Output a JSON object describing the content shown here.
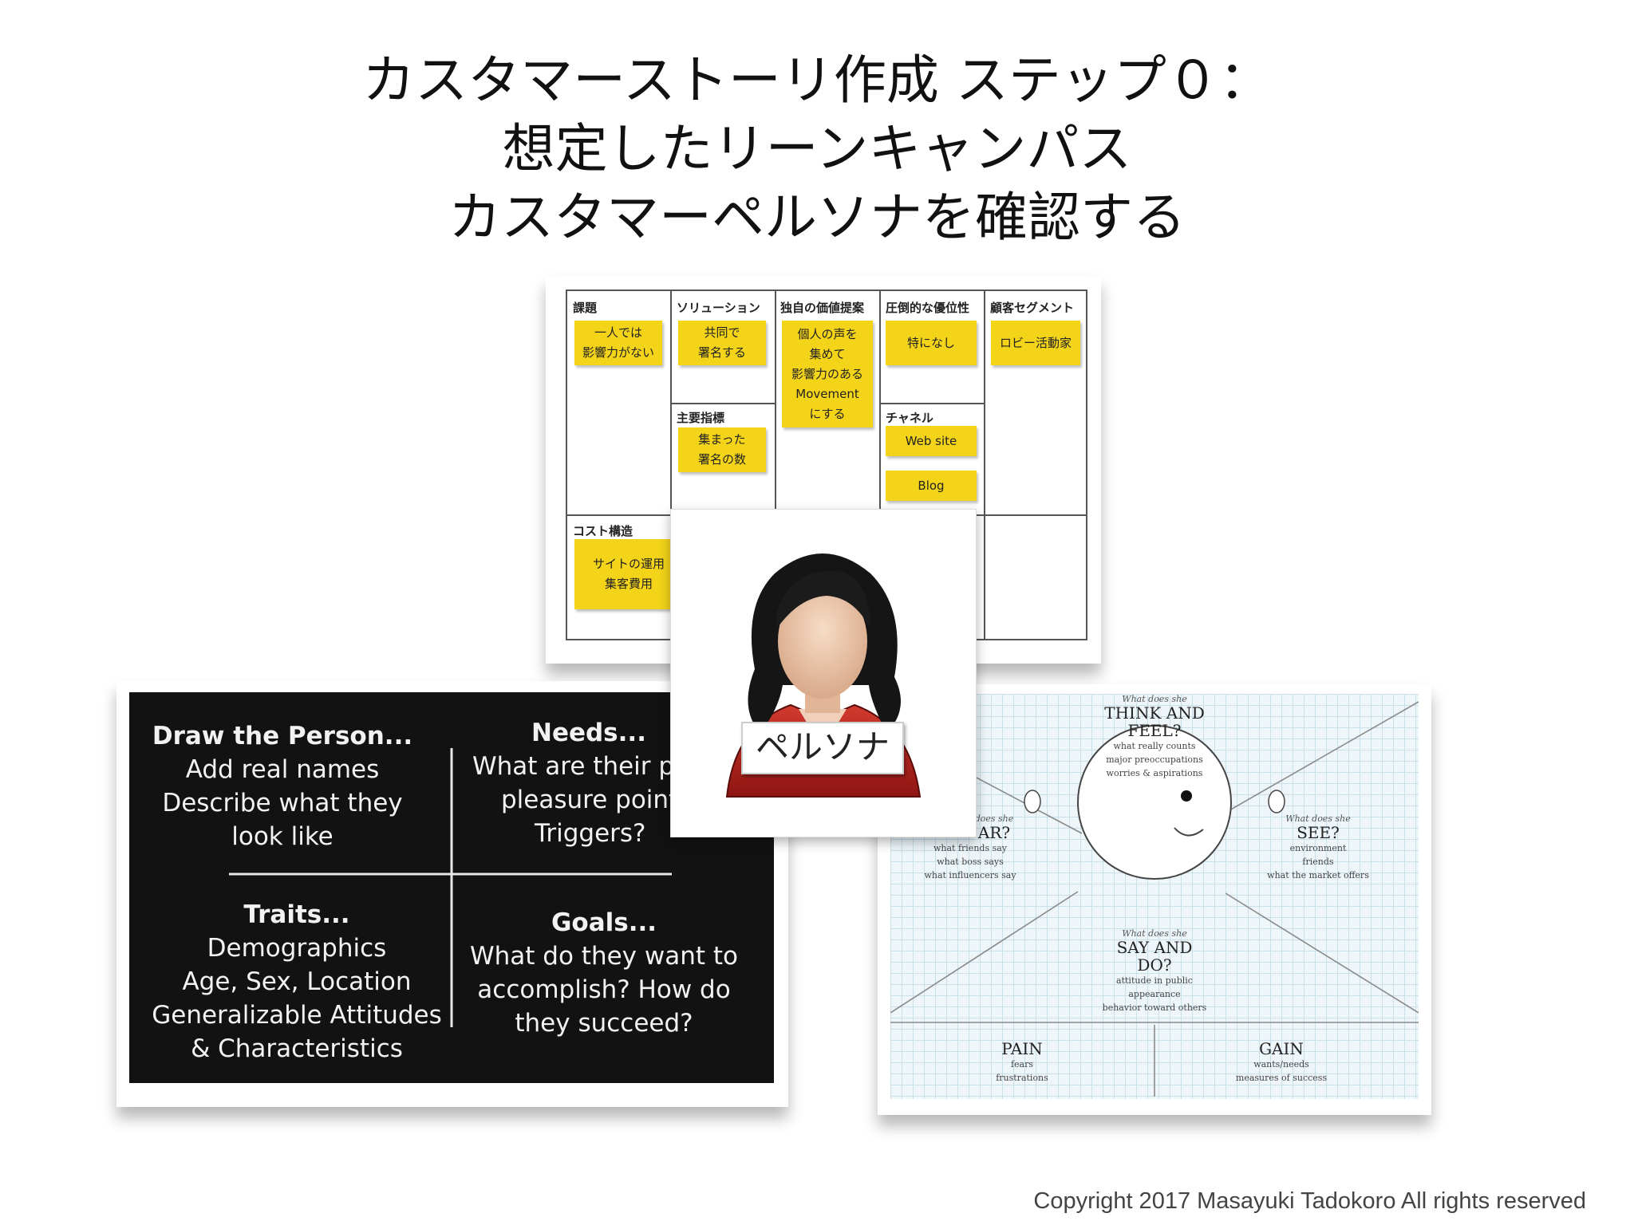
{
  "title": {
    "line1": "カスタマーストーリ作成 ステップ０：",
    "line2": "想定したリーンキャンパス",
    "line3": "カスタマーペルソナを確認する"
  },
  "lean_canvas": {
    "headers": {
      "problem": "課題",
      "solution": "ソリューション",
      "uvp": "独自の価値提案",
      "advantage": "圧倒的な優位性",
      "segments": "顧客セグメント",
      "metrics": "主要指標",
      "channels": "チャネル",
      "cost": "コスト構造"
    },
    "stickies": {
      "problem": "一人では\n影響力がない",
      "solution": "共同で\n署名する",
      "uvp": "個人の声を\n集めて\n影響力のある\nMovement\nにする",
      "advantage": "特になし",
      "segments": "ロビー活動家",
      "metrics": "集まった\n署名の数",
      "channel_1": "Web site",
      "channel_2": "Blog",
      "cost": "サイトの運用\n集客費用"
    },
    "sticky_color": "#f4d419"
  },
  "persona": {
    "label": "ペルソナ",
    "jacket_color": "#b3201c",
    "hair_color": "#151515"
  },
  "blackboard": {
    "draw": {
      "heading": "Draw the Person...",
      "lines": [
        "Add real names",
        "Describe what they",
        "look like"
      ]
    },
    "needs": {
      "heading": "Needs...",
      "lines": [
        "What are their pa",
        "pleasure point",
        "Triggers?"
      ]
    },
    "traits": {
      "heading": "Traits...",
      "lines": [
        "Demographics",
        "Age, Sex, Location",
        "Generalizable Attitudes",
        "& Characteristics"
      ]
    },
    "goals": {
      "heading": "Goals...",
      "lines": [
        "What do they want to",
        "accomplish? How do",
        "they succeed?"
      ]
    }
  },
  "empathy_map": {
    "think": {
      "q": "What does she",
      "title": [
        "THINK AND",
        "FEEL?"
      ],
      "notes": [
        "what really counts",
        "major preoccupations",
        "worries & aspirations"
      ]
    },
    "hear": {
      "q": "does she",
      "title": [
        "AR?"
      ],
      "notes": [
        "what friends say",
        "what boss says",
        "what influencers say"
      ]
    },
    "see": {
      "q": "What does she",
      "title": [
        "SEE?"
      ],
      "notes": [
        "environment",
        "friends",
        "what the market offers"
      ]
    },
    "say": {
      "q": "What does she",
      "title": [
        "SAY AND",
        "DO?"
      ],
      "notes": [
        "attitude in public",
        "appearance",
        "behavior toward others"
      ]
    },
    "pain": {
      "title": "PAIN",
      "notes": [
        "fears",
        "frustrations"
      ]
    },
    "gain": {
      "title": "GAIN",
      "notes": [
        "wants/needs",
        "measures of success"
      ]
    }
  },
  "copyright": "Copyright 2017 Masayuki Tadokoro All rights reserved"
}
